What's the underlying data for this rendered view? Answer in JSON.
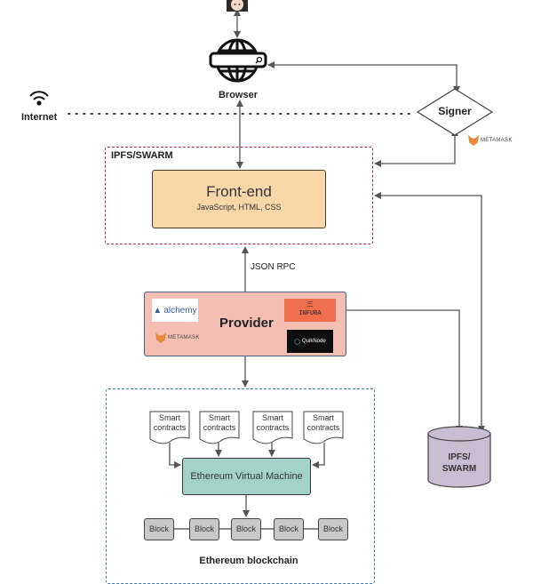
{
  "user": {
    "icon": "person-emoji"
  },
  "browser": {
    "label": "Browser",
    "icon": "globe-with-searchbar"
  },
  "internet": {
    "label": "Internet",
    "icon": "wifi"
  },
  "signer": {
    "label": "Signer",
    "wallet": "METAMASK"
  },
  "hosting": {
    "label": "IPFS/SWARM",
    "frontend": {
      "title": "Front-end",
      "subtitle": "JavaScript, HTML, CSS"
    }
  },
  "connection_label": "JSON RPC",
  "provider": {
    "label": "Provider",
    "services": {
      "alchemy": "alchemy",
      "infura": "INFURA",
      "infura_mark": "三",
      "metamask": "METAMASK",
      "quicknode": "QuikNode"
    }
  },
  "storage": {
    "label_line1": "IPFS/",
    "label_line2": "SWARM"
  },
  "blockchain": {
    "label": "Ethereum blockchain",
    "smart_contracts": [
      {
        "line1": "Smart",
        "line2": "contracts"
      },
      {
        "line1": "Smart",
        "line2": "contracts"
      },
      {
        "line1": "Smart",
        "line2": "contracts"
      },
      {
        "line1": "Smart",
        "line2": "contracts"
      }
    ],
    "evm": "Ethereum Virtual Machine",
    "blocks": [
      "Block",
      "Block",
      "Block",
      "Block",
      "Block"
    ]
  },
  "colors": {
    "frontend_fill": "#f7d7a8",
    "provider_fill": "#f4bfb2",
    "evm_fill": "#a3d3c8",
    "block_fill": "#c8c8c8",
    "storage_fill": "#c9bdd2",
    "hosting_border": "#a0303a",
    "chain_border": "#3f7aa8",
    "arrow": "#555555"
  }
}
